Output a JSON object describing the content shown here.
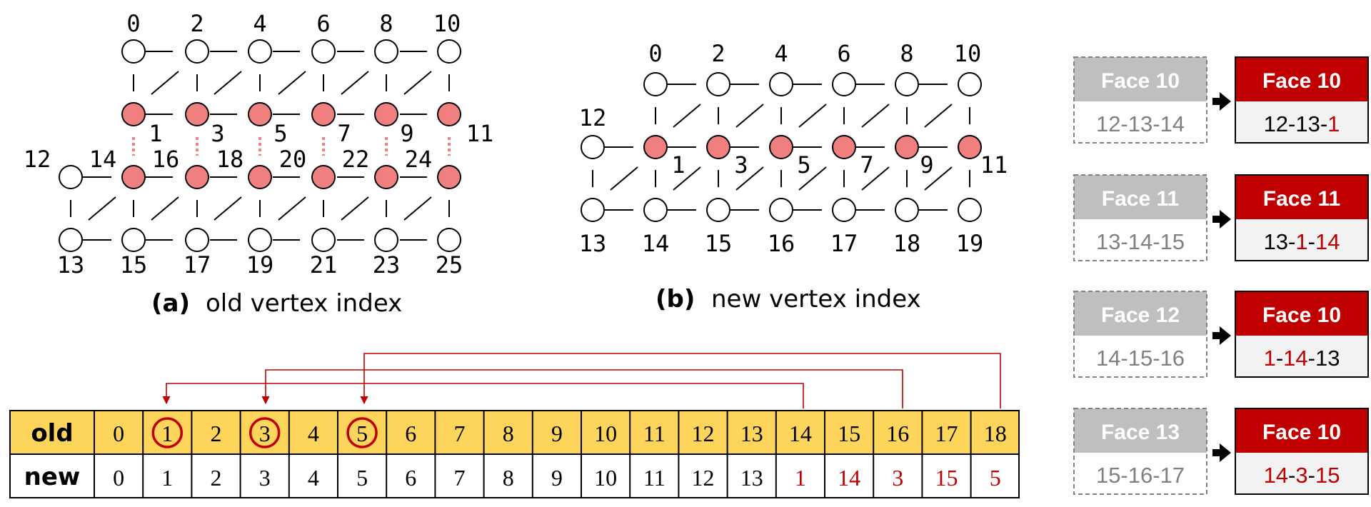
{
  "panel_a": {
    "label": "(a)",
    "caption": "old vertex index",
    "top_row": [
      "0",
      "2",
      "4",
      "6",
      "8",
      "10"
    ],
    "mid_row": [
      "1",
      "3",
      "5",
      "7",
      "9",
      "11"
    ],
    "dup_row": [
      "14",
      "16",
      "18",
      "20",
      "22",
      "24"
    ],
    "left_label": "12",
    "bottom_row": [
      "13",
      "15",
      "17",
      "19",
      "21",
      "23",
      "25"
    ]
  },
  "panel_b": {
    "label": "(b)",
    "caption": "new vertex index",
    "top_row": [
      "0",
      "2",
      "4",
      "6",
      "8",
      "10"
    ],
    "mid_row": [
      "1",
      "3",
      "5",
      "7",
      "9",
      "11"
    ],
    "left_label": "12",
    "bottom_row": [
      "13",
      "14",
      "15",
      "16",
      "17",
      "18",
      "19"
    ]
  },
  "index_table": {
    "old_header": "old",
    "new_header": "new",
    "old": [
      "0",
      "1",
      "2",
      "3",
      "4",
      "5",
      "6",
      "7",
      "8",
      "9",
      "10",
      "11",
      "12",
      "13",
      "14",
      "15",
      "16",
      "17",
      "18"
    ],
    "new": [
      "0",
      "1",
      "2",
      "3",
      "4",
      "5",
      "6",
      "7",
      "8",
      "9",
      "10",
      "11",
      "12",
      "13",
      "1",
      "14",
      "3",
      "15",
      "5"
    ],
    "highlighted_new": [
      14,
      15,
      16,
      17,
      18
    ],
    "circled_old": [
      1,
      3,
      5
    ]
  },
  "faces": [
    {
      "old_title": "Face  10",
      "old_verts": "12-13-14",
      "new_title": "Face 10",
      "new_parts": [
        {
          "t": "12-13-",
          "red": false
        },
        {
          "t": "1",
          "red": true
        }
      ]
    },
    {
      "old_title": "Face  11",
      "old_verts": "13-14-15",
      "new_title": "Face 11",
      "new_parts": [
        {
          "t": "13-",
          "red": false
        },
        {
          "t": "1",
          "red": true
        },
        {
          "t": "-",
          "red": false
        },
        {
          "t": "14",
          "red": true
        }
      ]
    },
    {
      "old_title": "Face  12",
      "old_verts": "14-15-16",
      "new_title": "Face 10",
      "new_parts": [
        {
          "t": "1",
          "red": true
        },
        {
          "t": "-",
          "red": false
        },
        {
          "t": "14",
          "red": true
        },
        {
          "t": "-13",
          "red": false
        }
      ]
    },
    {
      "old_title": "Face  13",
      "old_verts": "15-16-17",
      "new_title": "Face 10",
      "new_parts": [
        {
          "t": "14",
          "red": true
        },
        {
          "t": "-",
          "red": false
        },
        {
          "t": "3",
          "red": true
        },
        {
          "t": "-",
          "red": false
        },
        {
          "t": "15",
          "red": true
        }
      ]
    }
  ],
  "colors": {
    "node_fill": "#f08080",
    "accent_red": "#c00000",
    "table_old_row": "#fcd55a",
    "gray_header": "#bfbfbf",
    "gray_text": "#808080"
  }
}
